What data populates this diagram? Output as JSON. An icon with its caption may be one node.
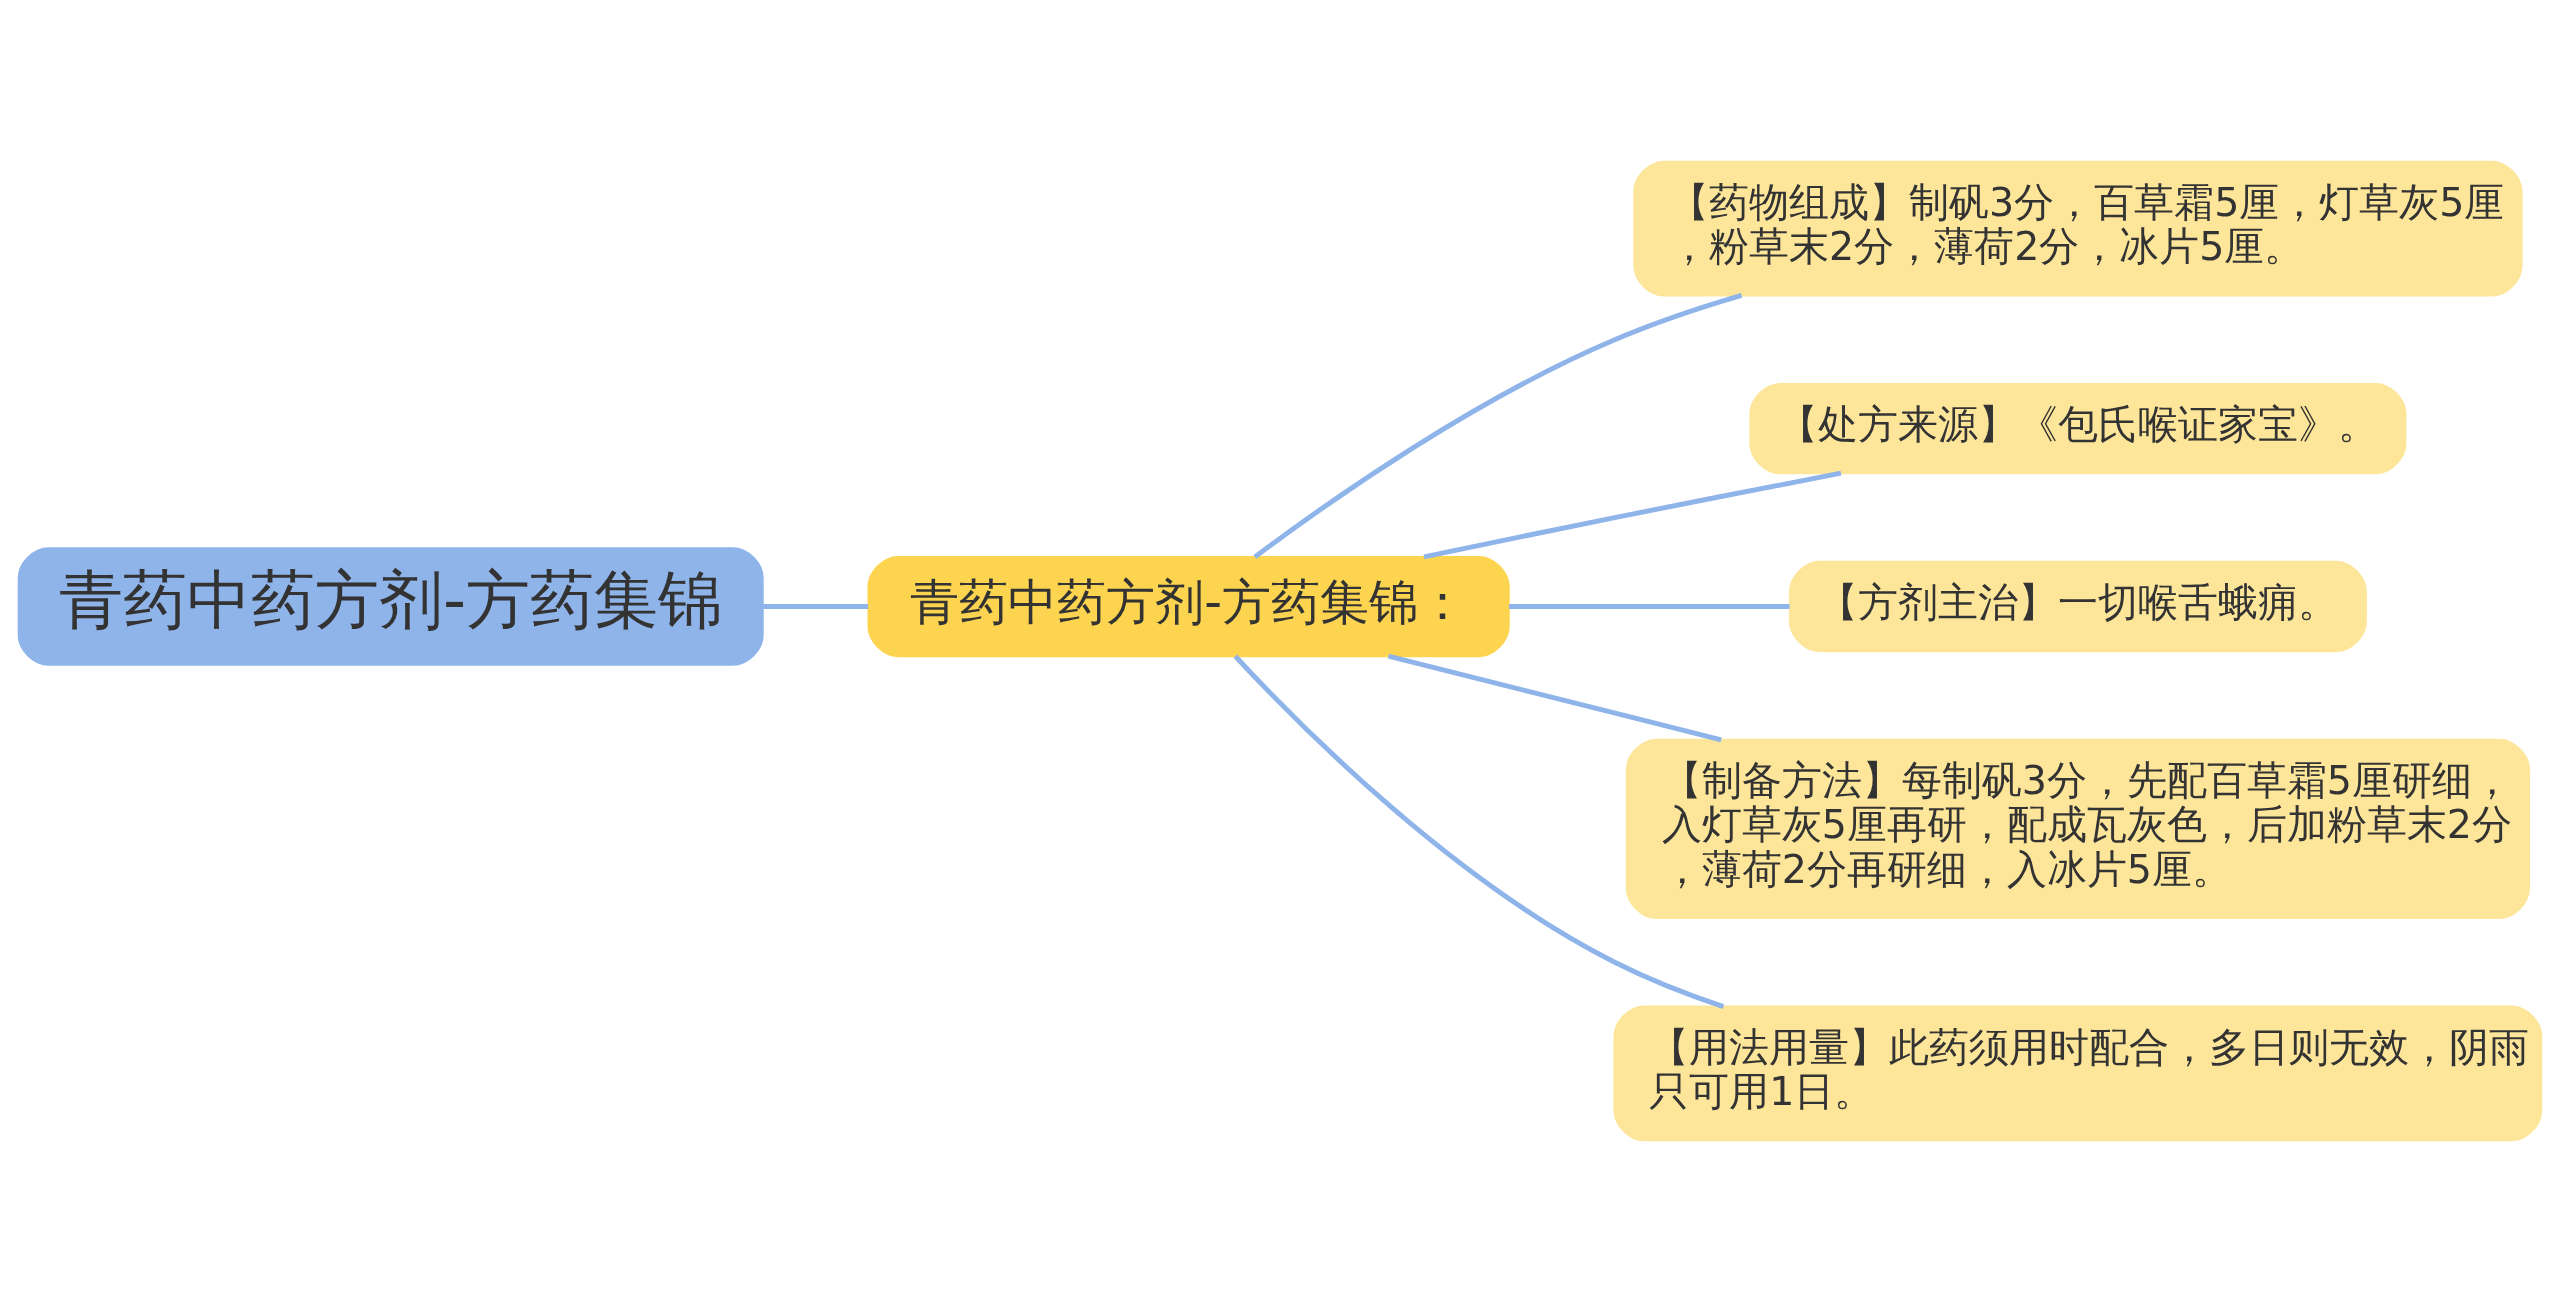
{
  "diagram": {
    "nodes": [
      {
        "text": [
          "青药中药方剂-方药集锦"
        ]
      },
      {
        "text": [
          "青药中药方剂-方药集锦："
        ]
      },
      {
        "text": [
          "【药物组成】制矾3分，百草霜5厘，灯草灰5厘，粉草末2分，薄荷2分，冰片5厘。"
        ]
      },
      {
        "text": [
          "【处方来源】《包氏喉证家宝》。"
        ]
      },
      {
        "text": [
          "【方剂主治】一切喉舌蛾痈。"
        ]
      },
      {
        "text": [
          "【制备方法】每制矾3分，先配百草霜5厘研细，入灯草灰5厘再研，配成瓦灰色，后加粉草末2分，薄荷2分再研细，入冰片5厘。"
        ]
      },
      {
        "text": [
          "【用法用量】此药须用时配合，多日则无效，阴雨只可用1日。"
        ]
      }
    ],
    "edges": [
      {
        "from": 0,
        "to": 1,
        "arrow": "none"
      },
      {
        "from": 1,
        "to": 2,
        "arrow": "none"
      },
      {
        "from": 1,
        "to": 3,
        "arrow": "none"
      },
      {
        "from": 1,
        "to": 4,
        "arrow": "none"
      },
      {
        "from": 1,
        "to": 5,
        "arrow": "none"
      },
      {
        "from": 1,
        "to": 6,
        "arrow": "none"
      }
    ]
  }
}
